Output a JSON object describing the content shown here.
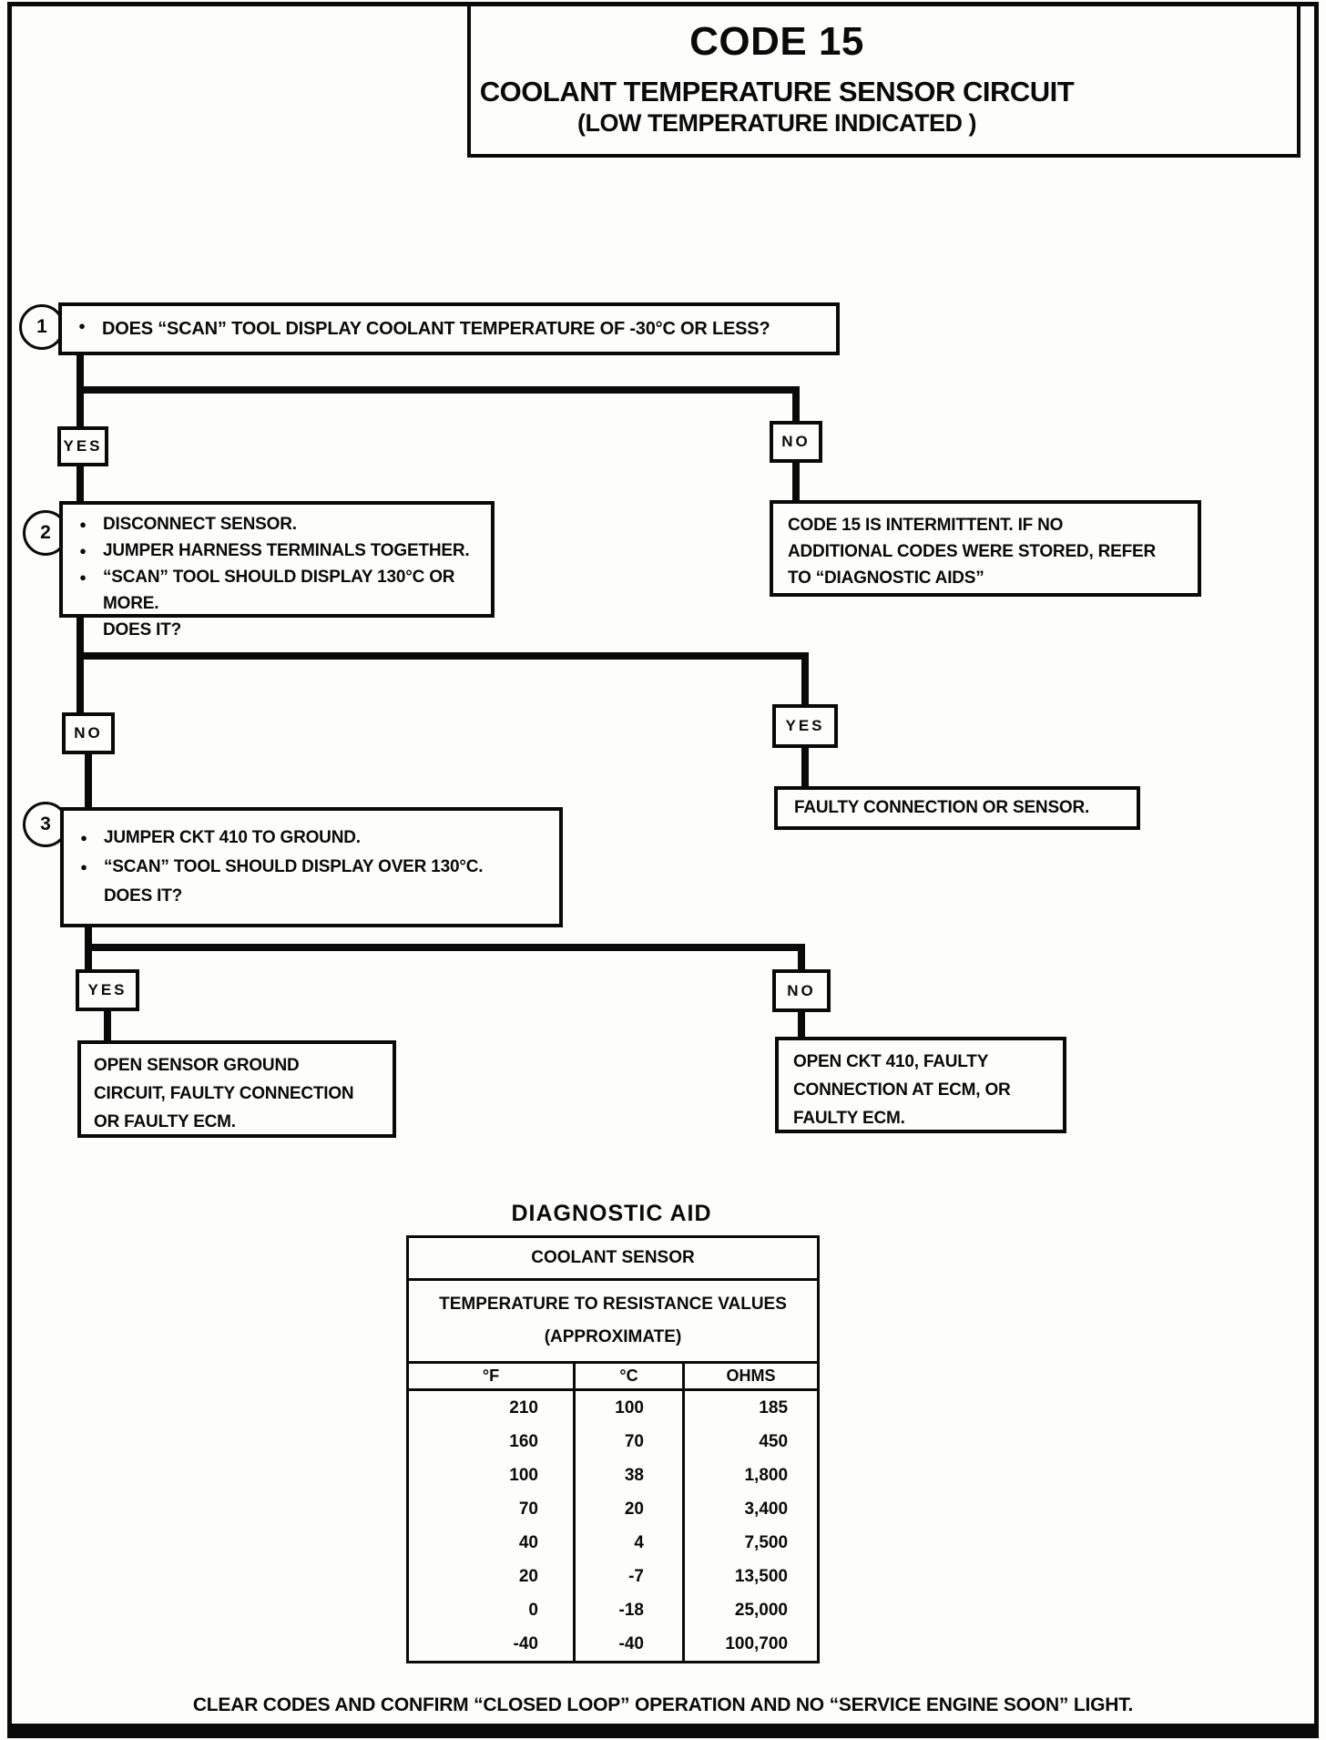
{
  "header": {
    "code": "CODE 15",
    "title": "COOLANT TEMPERATURE SENSOR CIRCUIT",
    "subtitle": "(LOW TEMPERATURE INDICATED )"
  },
  "steps": {
    "step1": {
      "number": "1",
      "bullet1": "DOES “SCAN” TOOL DISPLAY COOLANT TEMPERATURE OF -30°C OR LESS?"
    },
    "step2": {
      "number": "2",
      "bullet1": "DISCONNECT SENSOR.",
      "bullet2": "JUMPER HARNESS TERMINALS TOGETHER.",
      "bullet3": "“SCAN” TOOL SHOULD DISPLAY 130°C OR MORE.",
      "bullet3_cont": "DOES IT?"
    },
    "step3": {
      "number": "3",
      "bullet1": "JUMPER CKT 410 TO GROUND.",
      "bullet2": "“SCAN” TOOL SHOULD DISPLAY OVER 130°C.",
      "bullet2_cont": "DOES IT?"
    }
  },
  "labels": {
    "yes1": "YES",
    "no1": "NO",
    "no2": "NO",
    "yes2": "YES",
    "yes3": "YES",
    "no3": "NO"
  },
  "results": {
    "intermittent_line1": "CODE 15 IS INTERMITTENT.  IF NO",
    "intermittent_line2": "ADDITIONAL CODES WERE STORED,  REFER",
    "intermittent_line3": "TO “DIAGNOSTIC AIDS”",
    "faulty_connection": "FAULTY CONNECTION OR SENSOR.",
    "open_ground_line1": "OPEN SENSOR GROUND",
    "open_ground_line2": "CIRCUIT, FAULTY CONNECTION",
    "open_ground_line3": "OR FAULTY ECM.",
    "open_ckt_line1": "OPEN CKT  410, FAULTY",
    "open_ckt_line2": "CONNECTION AT ECM, OR",
    "open_ckt_line3": "FAULTY ECM."
  },
  "diagnostic_aid": {
    "title": "DIAGNOSTIC  AID",
    "table_title": "COOLANT SENSOR",
    "table_subtitle1": "TEMPERATURE TO RESISTANCE VALUES",
    "table_subtitle2": "(APPROXIMATE)",
    "columns": [
      "°F",
      "°C",
      "OHMS"
    ],
    "rows": [
      [
        "210",
        "100",
        "185"
      ],
      [
        "160",
        "70",
        "450"
      ],
      [
        "100",
        "38",
        "1,800"
      ],
      [
        "70",
        "20",
        "3,400"
      ],
      [
        "40",
        "4",
        "7,500"
      ],
      [
        "20",
        "-7",
        "13,500"
      ],
      [
        "0",
        "-18",
        "25,000"
      ],
      [
        "-40",
        "-40",
        "100,700"
      ]
    ]
  },
  "footer": {
    "note": "CLEAR CODES AND CONFIRM “CLOSED LOOP”  OPERATION AND NO “SERVICE ENGINE SOON” LIGHT."
  }
}
